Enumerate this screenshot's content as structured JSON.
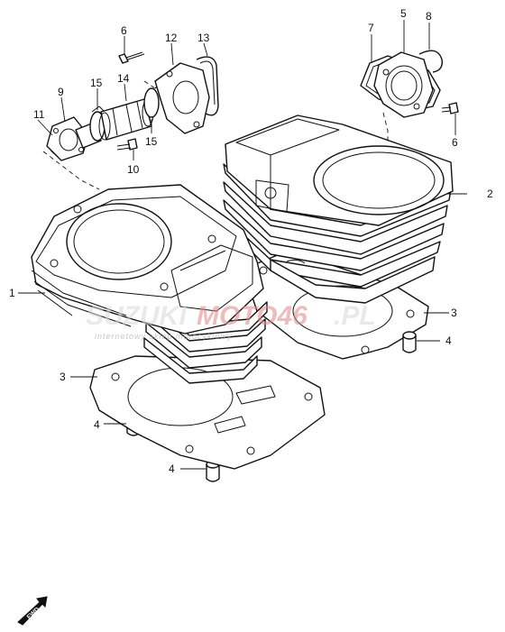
{
  "callouts": [
    {
      "id": "c1",
      "text": "1"
    },
    {
      "id": "c2",
      "text": "2"
    },
    {
      "id": "c3a",
      "text": "3"
    },
    {
      "id": "c3b",
      "text": "3"
    },
    {
      "id": "c4a",
      "text": "4"
    },
    {
      "id": "c4b",
      "text": "4"
    },
    {
      "id": "c4c",
      "text": "4"
    },
    {
      "id": "c5",
      "text": "5"
    },
    {
      "id": "c6a",
      "text": "6"
    },
    {
      "id": "c6b",
      "text": "6"
    },
    {
      "id": "c7",
      "text": "7"
    },
    {
      "id": "c8",
      "text": "8"
    },
    {
      "id": "c9",
      "text": "9"
    },
    {
      "id": "c10",
      "text": "10"
    },
    {
      "id": "c11",
      "text": "11"
    },
    {
      "id": "c12",
      "text": "12"
    },
    {
      "id": "c13",
      "text": "13"
    },
    {
      "id": "c14",
      "text": "14"
    },
    {
      "id": "c15a",
      "text": "15"
    },
    {
      "id": "c15b",
      "text": "15"
    }
  ],
  "watermark": {
    "part1": "SUZUKI",
    "part2": "MOTO46",
    "part3": ".PL",
    "subtitle": "internetowy sklep motocyklowy"
  },
  "fwd_label": "FWD"
}
